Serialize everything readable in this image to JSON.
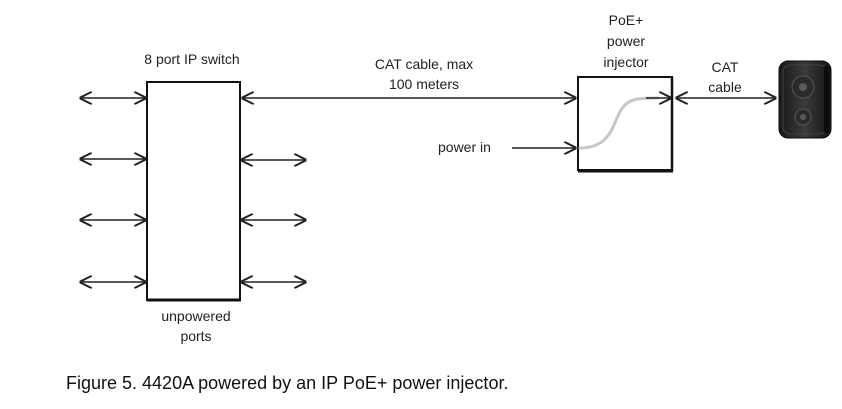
{
  "diagram": {
    "switch": {
      "title": "8 port IP switch",
      "bottom_label_line1": "unpowered",
      "bottom_label_line2": "ports"
    },
    "cable": {
      "label_line1": "CAT cable, max",
      "label_line2": "100 meters"
    },
    "injector": {
      "title_line1": "PoE+",
      "title_line2": "power",
      "title_line3": "injector",
      "power_in_label": "power in"
    },
    "output_cable": {
      "label_line1": "CAT",
      "label_line2": "cable"
    },
    "speaker": {
      "icon": "speaker-icon"
    }
  },
  "caption": "Figure 5. 4420A powered by an IP PoE+ power injector."
}
